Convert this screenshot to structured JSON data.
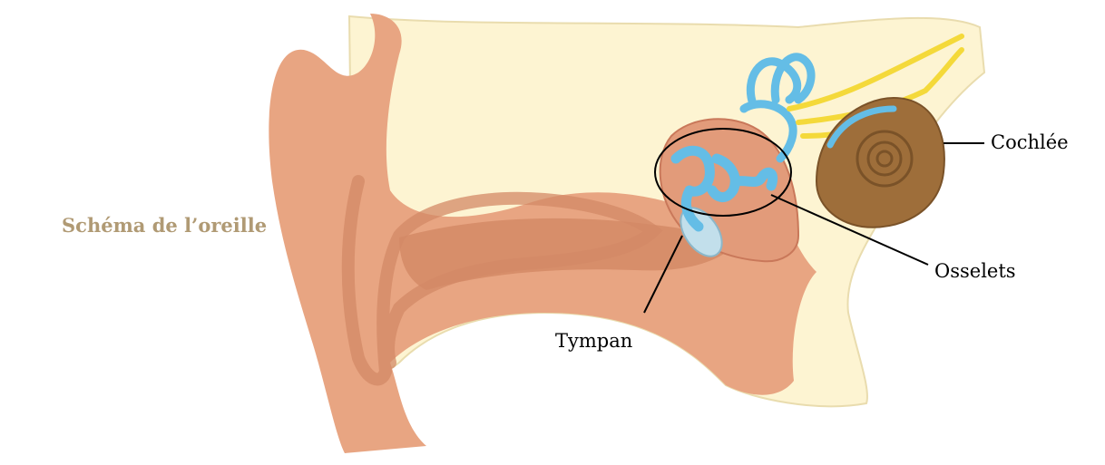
{
  "title": {
    "text": "Schéma de l’oreille",
    "color": "#b09a74"
  },
  "labels": {
    "cochlea": "Cochlée",
    "ossicles": "Osselets",
    "eardrum": "Tympan"
  },
  "colors": {
    "skin": "#e8a582",
    "skin_shadow": "#d38a66",
    "bone": "#fdf4d2",
    "ossicle": "#64bde6",
    "cochlea": "#9e6e3a",
    "nerve": "#f4d93a",
    "eardrum": "#c2dfeb"
  }
}
